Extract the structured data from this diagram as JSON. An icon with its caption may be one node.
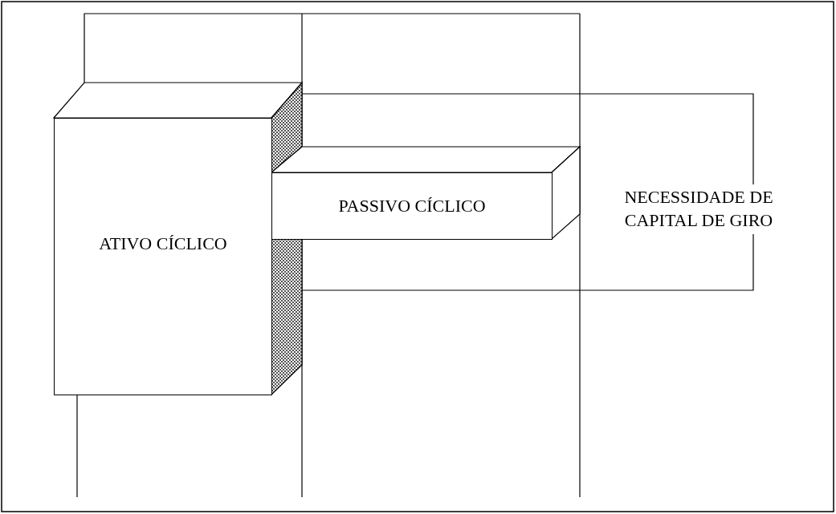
{
  "diagram": {
    "nodes": [
      {
        "text": [
          "ATIVO CÍCLICO"
        ]
      },
      {
        "text": [
          "PASSIVO CÍCLICO"
        ]
      },
      {
        "text": [
          "NECESSIDADE DE CAPITAL DE GIRO"
        ]
      }
    ]
  }
}
